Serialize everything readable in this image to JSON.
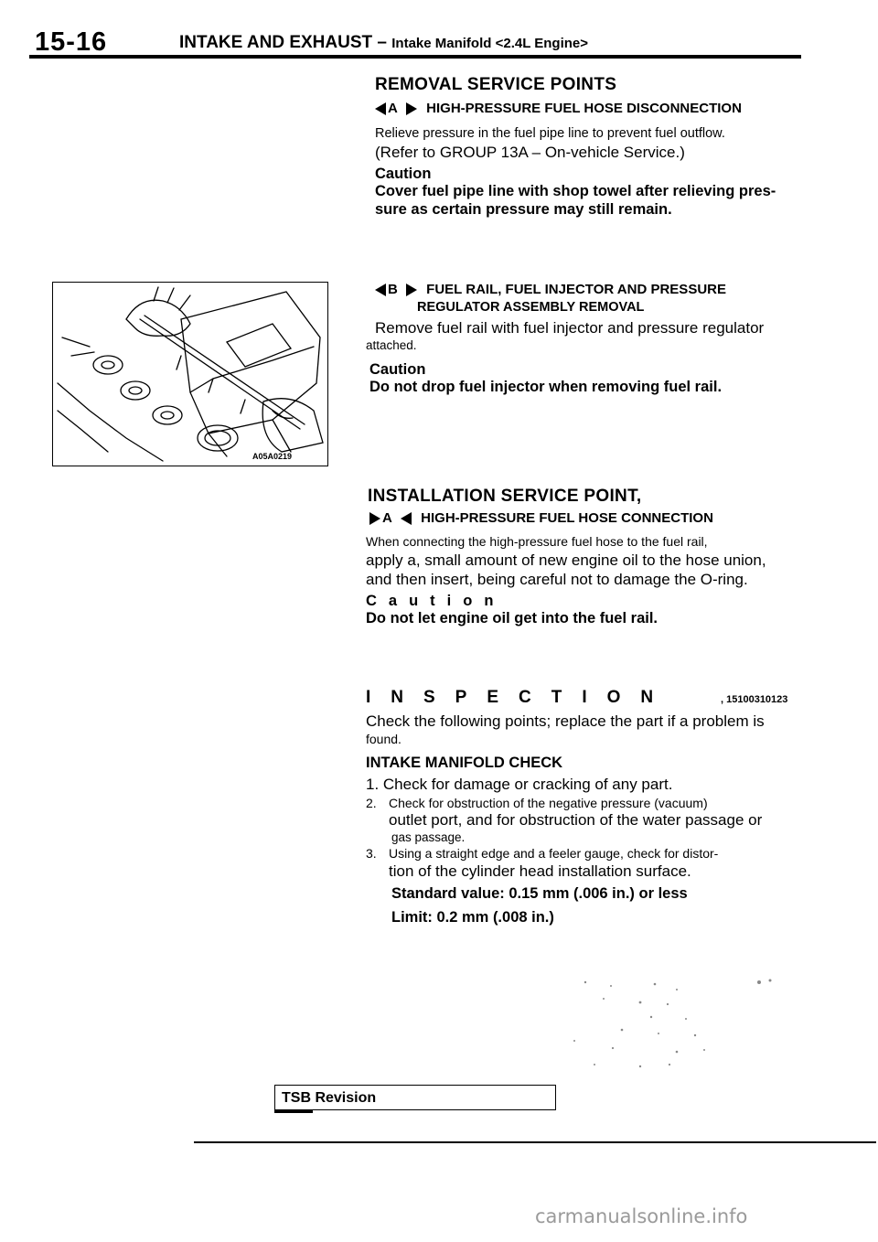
{
  "header": {
    "page_number": "15-16",
    "title": "INTAKE AND EXHAUST –",
    "subtitle": "Intake Manifold <2.4L Engine>"
  },
  "figure": {
    "code": "A05A0219"
  },
  "removal": {
    "heading": "REMOVAL SERVICE POINTS",
    "a": {
      "marker": "A",
      "heading": "HIGH-PRESSURE FUEL HOSE DISCONNECTION",
      "line1": "Relieve pressure in the fuel pipe line to prevent fuel outflow.",
      "line2": "(Refer to GROUP 13A – On-vehicle Service.)",
      "caution_label": "Caution",
      "caution_line1": "Cover fuel pipe line with shop towel after relieving pres-",
      "caution_line2": "sure as certain pressure may still remain."
    },
    "b": {
      "marker": "B",
      "heading_line1": "FUEL RAIL, FUEL INJECTOR AND PRESSURE",
      "heading_line2": "REGULATOR ASSEMBLY REMOVAL",
      "line1": "Remove fuel rail with fuel injector and pressure regulator",
      "line2": "attached.",
      "caution_label": "Caution",
      "caution_text": "Do not drop fuel injector when removing fuel rail."
    }
  },
  "installation": {
    "heading": "INSTALLATION SERVICE POINT,",
    "a": {
      "marker": "A",
      "heading": "HIGH-PRESSURE FUEL HOSE CONNECTION",
      "line1": "When connecting the high-pressure fuel hose to the fuel rail,",
      "line2": "apply a, small amount of new engine oil to the hose union,",
      "line3": "and then insert, being careful not to damage the O-ring.",
      "caution_label": "Caution",
      "caution_text": "Do not let engine oil get into the fuel rail."
    }
  },
  "inspection": {
    "heading": "INSPECTION",
    "code": ", 15100310123",
    "intro_line1": "Check the following points; replace the part if a problem is",
    "intro_line2": "found.",
    "subheading": "INTAKE MANIFOLD CHECK",
    "item1": "1. Check for damage or cracking of any part.",
    "item2_num": "2.",
    "item2_line1": "Check for obstruction of the negative pressure (vacuum)",
    "item2_line2": "outlet port, and for obstruction of the water passage or",
    "item2_line3": "gas passage.",
    "item3_num": "3.",
    "item3_line1": "Using a straight edge and a feeler gauge, check for distor-",
    "item3_line2": "tion of the cylinder head installation surface.",
    "standard": "Standard value: 0.15 mm (.006 in.) or less",
    "limit": "Limit: 0.2 mm (.008 in.)"
  },
  "footer": {
    "tsb_label": "TSB Revision",
    "watermark": "carmanualsonline.info"
  }
}
